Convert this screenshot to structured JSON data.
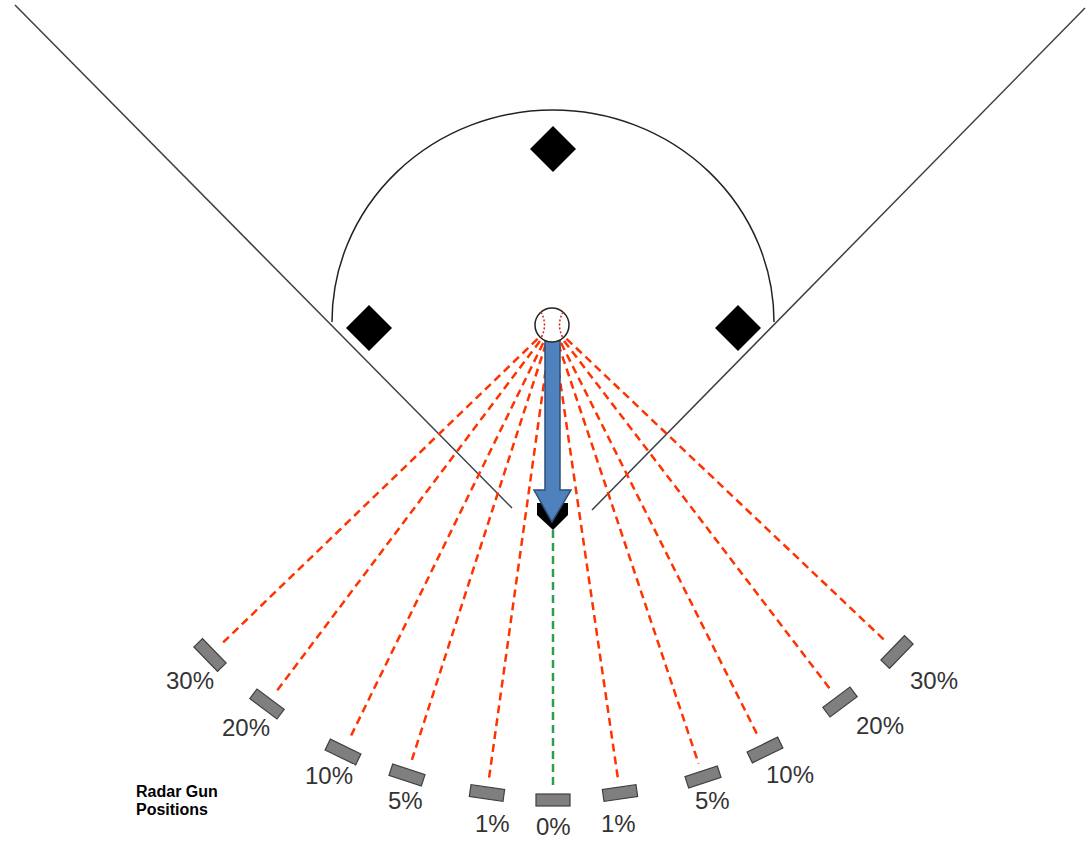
{
  "diagram": {
    "labels": [
      "30%",
      "20%",
      "10%",
      "5%",
      "1%",
      "0%",
      "1%",
      "5%",
      "10%",
      "20%",
      "30%",
      "Radar Gun Positions"
    ]
  }
}
